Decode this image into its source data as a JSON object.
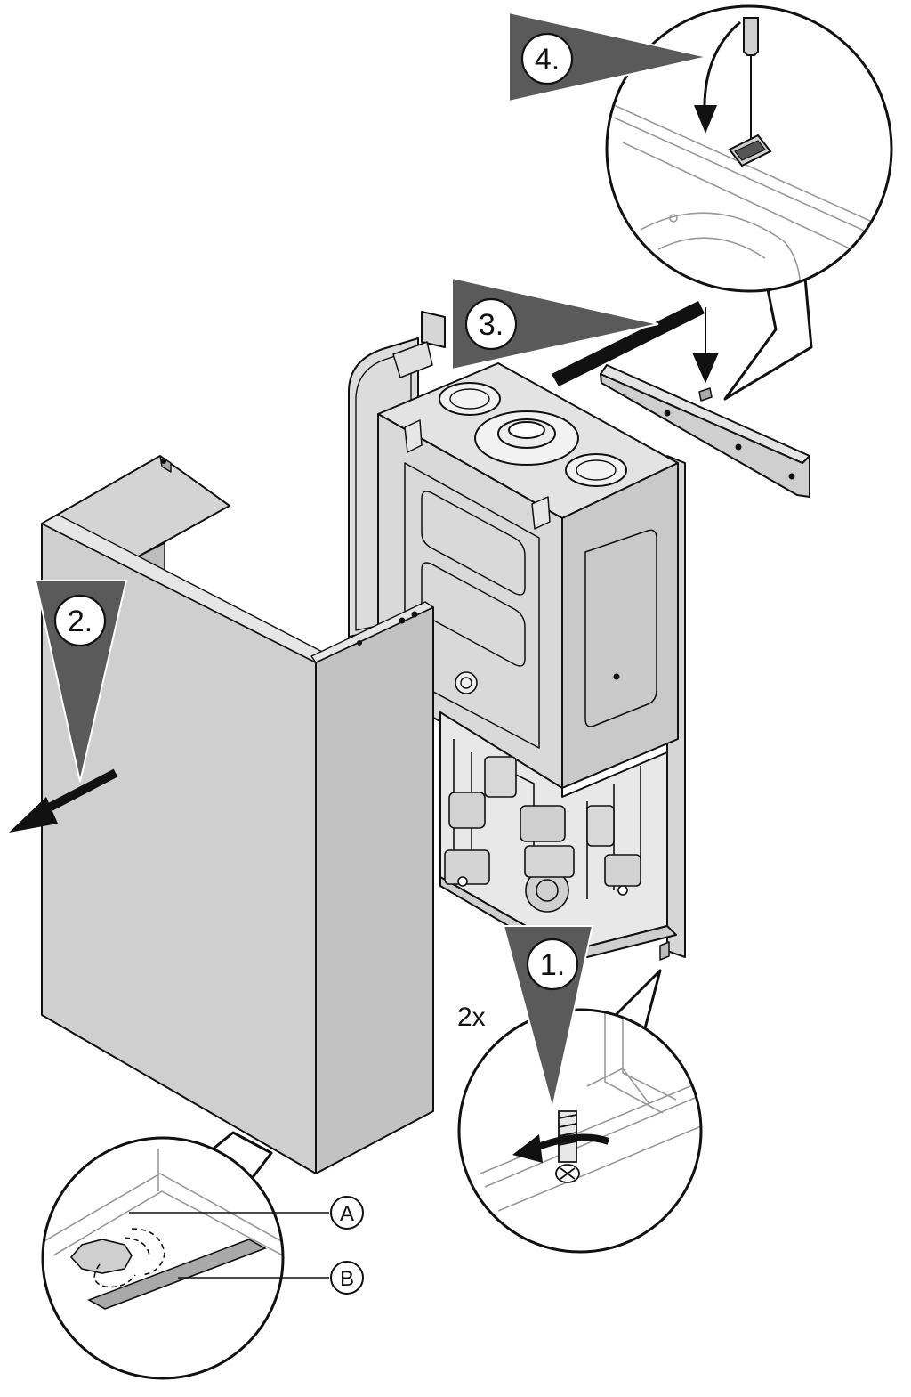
{
  "steps": [
    {
      "label": "1."
    },
    {
      "label": "2."
    },
    {
      "label": "3."
    },
    {
      "label": "4."
    }
  ],
  "multiplier": "2x",
  "callouts": [
    {
      "label": "A"
    },
    {
      "label": "B"
    }
  ],
  "colors": {
    "step_triangle": "#5a5a5a",
    "panel_face": "#cfcfcf",
    "panel_side": "#b8b8b8",
    "outline": "#111111",
    "strip_fill": "#a9a9a9"
  }
}
